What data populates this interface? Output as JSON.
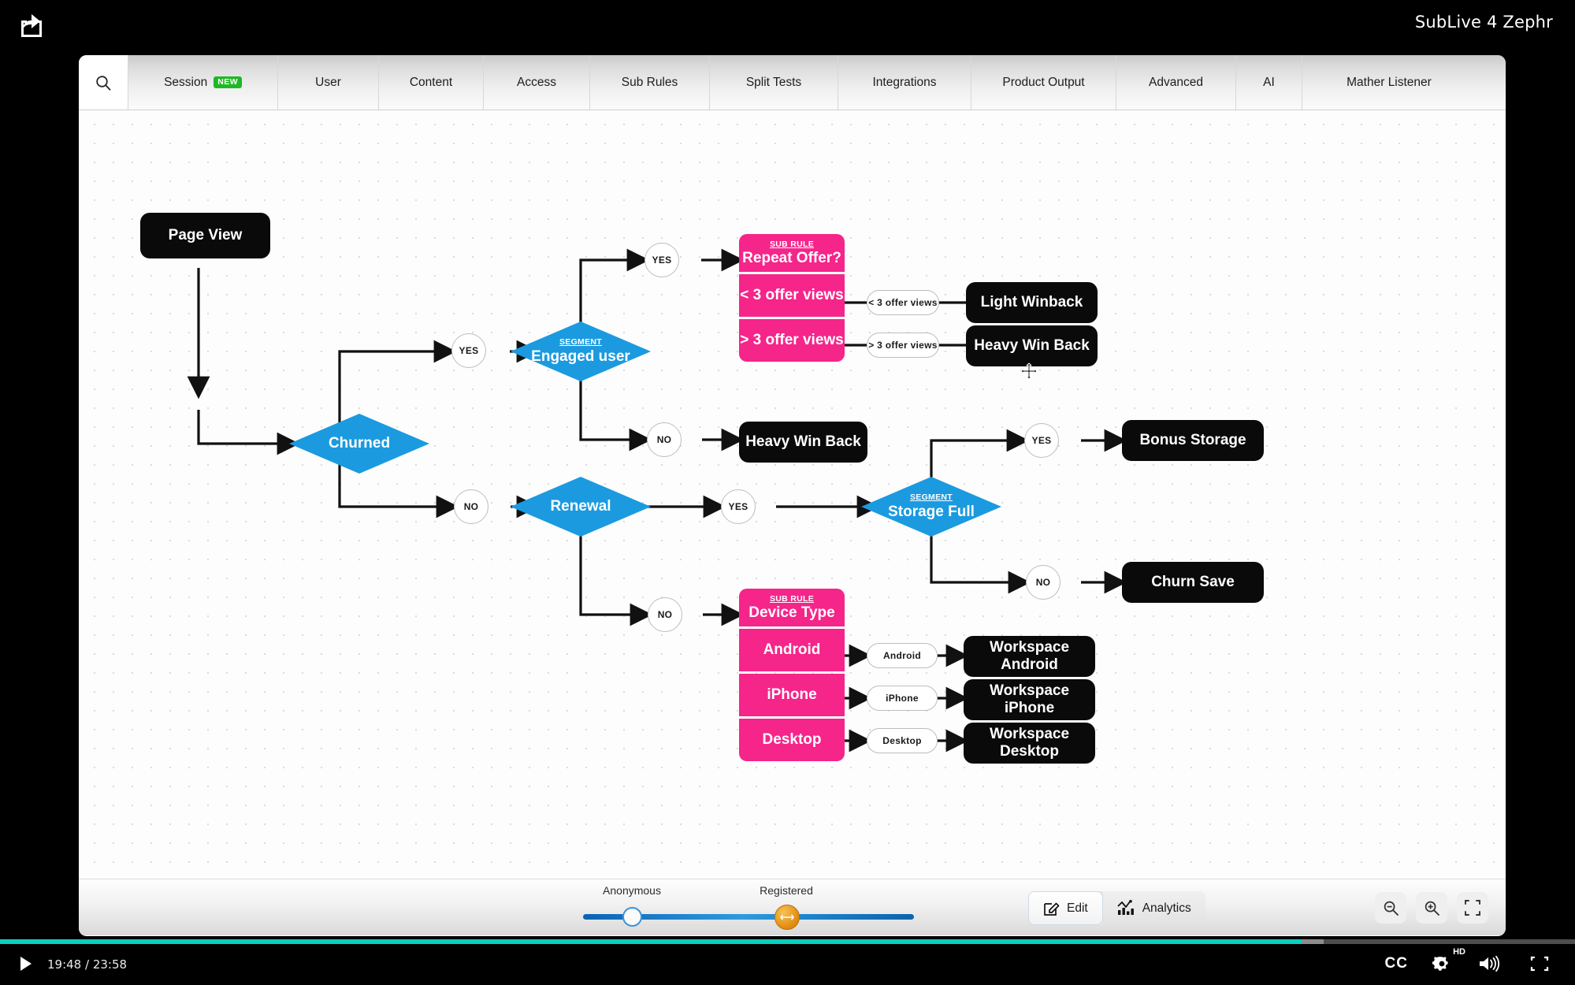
{
  "player": {
    "share_icon": "share-icon",
    "title": "SubLive 4 Zephr",
    "time": "19:48 / 23:58",
    "play_icon": "play-icon",
    "cc_label": "CC",
    "quality_badge": "HD",
    "gear_icon": "gear-icon",
    "volume_icon": "volume-icon",
    "fullscreen_icon": "fullscreen-icon",
    "progress_percent": 82.6,
    "buffer_percent": 84
  },
  "tabbar": {
    "search_icon": "search-icon",
    "tabs": [
      {
        "label": "Session",
        "badge": "NEW",
        "active": true
      },
      {
        "label": "User",
        "badge": "",
        "active": false
      },
      {
        "label": "Content",
        "badge": "",
        "active": false
      },
      {
        "label": "Access",
        "badge": "",
        "active": false
      },
      {
        "label": "Sub Rules",
        "badge": "",
        "active": false
      },
      {
        "label": "Split Tests",
        "badge": "",
        "active": false
      },
      {
        "label": "Integrations",
        "badge": "",
        "active": false
      },
      {
        "label": "Product Output",
        "badge": "",
        "active": false
      },
      {
        "label": "Advanced",
        "badge": "",
        "active": false
      },
      {
        "label": "AI",
        "badge": "",
        "active": false
      },
      {
        "label": "Mather Listener",
        "badge": "",
        "active": false
      }
    ]
  },
  "flow": {
    "start_node": "Page View",
    "nodes": {
      "churned": {
        "kicker": "",
        "label": "Churned"
      },
      "engaged_user": {
        "kicker": "SEGMENT",
        "label": "Engaged user"
      },
      "renewal": {
        "kicker": "",
        "label": "Renewal"
      },
      "storage_full": {
        "kicker": "SEGMENT",
        "label": "Storage Full"
      },
      "heavy_win_back_mid": {
        "label": "Heavy Win Back"
      },
      "bonus_storage": {
        "label": "Bonus Storage"
      },
      "churn_save": {
        "label": "Churn Save"
      }
    },
    "subrule_repeat_offer": {
      "kicker": "SUB RULE",
      "title": "Repeat Offer?",
      "options": [
        "< 3 offer views",
        "> 3 offer views"
      ],
      "targets": [
        "Light Winback",
        "Heavy Win Back"
      ],
      "edge_labels": [
        "< 3 offer views",
        "> 3 offer views"
      ]
    },
    "subrule_device_type": {
      "kicker": "SUB RULE",
      "title": "Device Type",
      "options": [
        "Android",
        "iPhone",
        "Desktop"
      ],
      "targets": [
        "Workspace Android",
        "Workspace iPhone",
        "Workspace Desktop"
      ],
      "edge_labels": [
        "Android",
        "iPhone",
        "Desktop"
      ]
    },
    "edge_chips": {
      "churned_yes": "YES",
      "churned_no": "NO",
      "engaged_yes": "YES",
      "engaged_no": "NO",
      "renewal_yes": "YES",
      "renewal_no": "NO",
      "storage_yes": "YES",
      "storage_no": "NO"
    },
    "colors": {
      "segment_blue": "#1b9ae0",
      "subrule_pink": "#f5258a",
      "action_black": "#0a0a0a"
    },
    "cursor_icon": "move-cursor-icon"
  },
  "toolbar": {
    "slider": {
      "left_label": "Anonymous",
      "right_label": "Registered",
      "left_value_pct": 15,
      "right_value_pct": 60
    },
    "edit_label": "Edit",
    "edit_icon": "edit-pencil-icon",
    "analytics_label": "Analytics",
    "analytics_icon": "analytics-chart-icon",
    "zoom_out_icon": "zoom-out-icon",
    "zoom_in_icon": "zoom-in-icon",
    "fit_icon": "fit-screen-icon"
  }
}
